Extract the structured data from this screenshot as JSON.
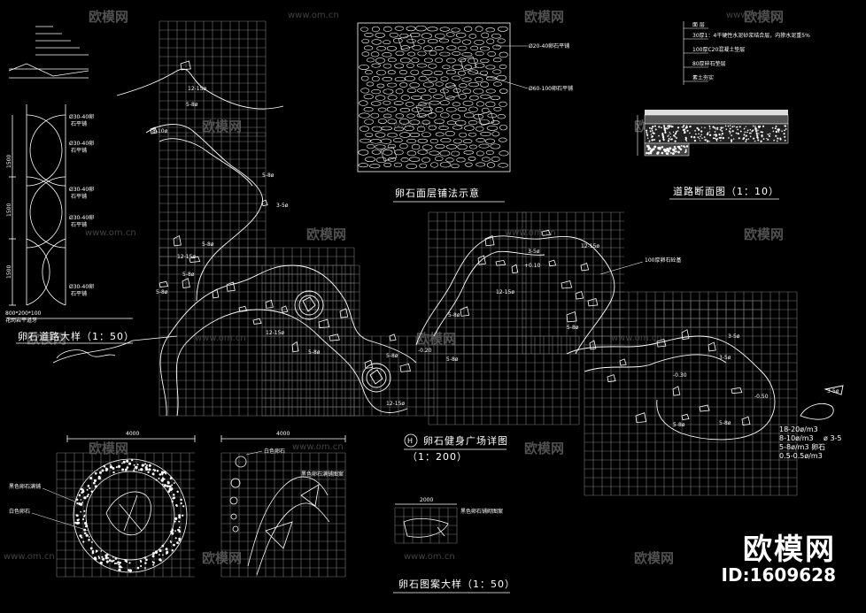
{
  "drawing": {
    "sections": {
      "path_detail_title": "卵石道路大样（1：50）",
      "paving_method_title": "卵石面层铺法示意",
      "road_section_title": "道路断面图（1：10）",
      "plaza_title_marker": "H",
      "plaza_title": "卵石健身广场详图",
      "plaza_scale": "（1：200）",
      "pattern_title": "卵石图案大样（1：50）"
    },
    "dimensions": {
      "dim_4000_left": "4000",
      "dim_4000_right": "4000",
      "dim_2000": "2000",
      "dim_1500_a": "1500",
      "dim_1500_b": "1500",
      "dim_1500_c": "1500",
      "dim_800": "800*200*100"
    },
    "paving_labels": {
      "pebble_small": "Ø20-40卵石平铺",
      "pebble_large": "Ø60-100卵石平铺"
    },
    "plaza_labels": {
      "r1": "12-15ø",
      "r2": "5-8ø",
      "r3": "8-10ø",
      "r4": "5-8ø",
      "r5": "3-5ø",
      "r6": "5-8ø",
      "r7": "12-15ø",
      "r8": "5-8ø",
      "r9": "5-8ø",
      "r10": "12-15ø",
      "r11": "5-8ø",
      "r12": "5-8ø",
      "r13": "12-15ø",
      "r14": "5-8ø",
      "r15": "5-8ø",
      "r16": "12-15ø",
      "r17": "12-15ø",
      "r18": "3-5ø",
      "r19": "5-8ø",
      "r20": "3-5ø",
      "r21": "3-5ø",
      "r22": "5-8ø",
      "r23": "5-8ø",
      "r24": "3-5ø",
      "elev1": "+0.10",
      "elev2": "-0.20",
      "elev3": "-0.30",
      "elev4": "-0.50",
      "note_100": "100厚卵石砼基",
      "legend1": "18-20ø/m3",
      "legend2": "8-10ø/m3",
      "legend3": "ø 3-5",
      "legend4": "5-8ø/m3 卵石",
      "legend5": "0.5-0.5ø/m3"
    },
    "road_section_labels": {
      "l1": "面  层",
      "l2": "30厚1：4干硬性水泥砂浆结合层，内掺水泥重5%",
      "l3": "100厚C20混凝土垫层",
      "l4": "80厚碎石垫层",
      "l5": "素土夯实"
    },
    "path_labels": {
      "p1": "Ø30-40卵",
      "p2": "石平铺",
      "p3": "Ø30-40卵",
      "p4": "石平铺",
      "p5": "Ø30-40卵",
      "p6": "石平铺",
      "p7": "Ø30-40卵",
      "p8": "石平铺",
      "p9": "Ø30-40卵",
      "p10": "石平铺",
      "curb": "花岗岩平道牙"
    },
    "pattern_labels": {
      "a1": "黑色卵石满铺",
      "a2": "白色卵石",
      "b1": "白色卵石",
      "b2": "黑色卵石满铺图案",
      "c1": "黑色卵石铺砌图案"
    }
  },
  "watermark": {
    "brand_text": "欧模网",
    "url_text": "www.om.cn",
    "id_text": "ID:1609628"
  }
}
